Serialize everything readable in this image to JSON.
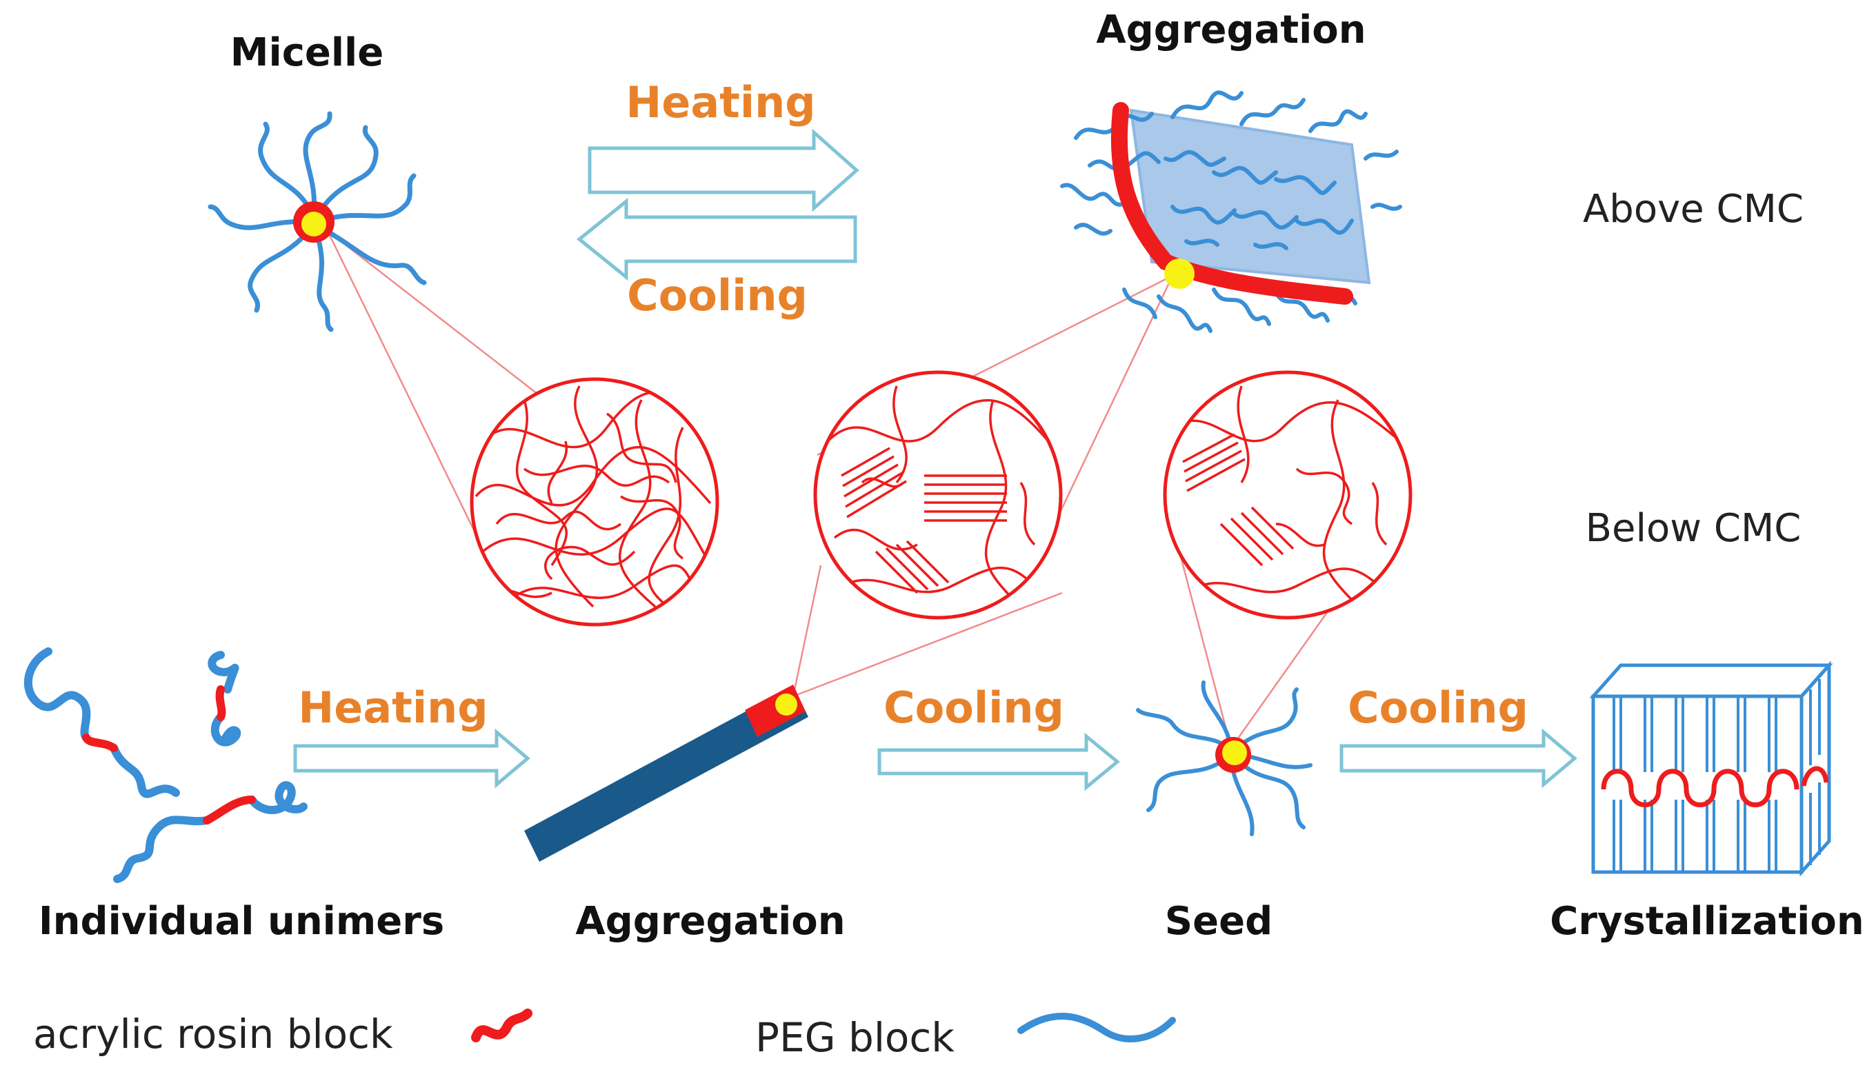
{
  "colors": {
    "orange": "#e8822a",
    "arrow_stroke": "#7fc4d6",
    "red": "#ee1c1c",
    "blue": "#3a8fd6",
    "dark_blue": "#1a5a8a",
    "yellow": "#f7f213",
    "aggregate_fill": "#a9c8ea"
  },
  "labels": {
    "micelle": "Micelle",
    "aggregation_top": "Aggregation",
    "above_cmc": "Above CMC",
    "below_cmc": "Below CMC",
    "individual_unimers": "Individual unimers",
    "aggregation_bottom": "Aggregation",
    "seed": "Seed",
    "crystallization": "Crystallization"
  },
  "arrows": {
    "top_heating": "Heating",
    "top_cooling": "Cooling",
    "bottom_heating": "Heating",
    "bottom_cooling_1": "Cooling",
    "bottom_cooling_2": "Cooling"
  },
  "legend": {
    "rosin_label": "acrylic rosin block",
    "peg_label": "PEG block"
  }
}
